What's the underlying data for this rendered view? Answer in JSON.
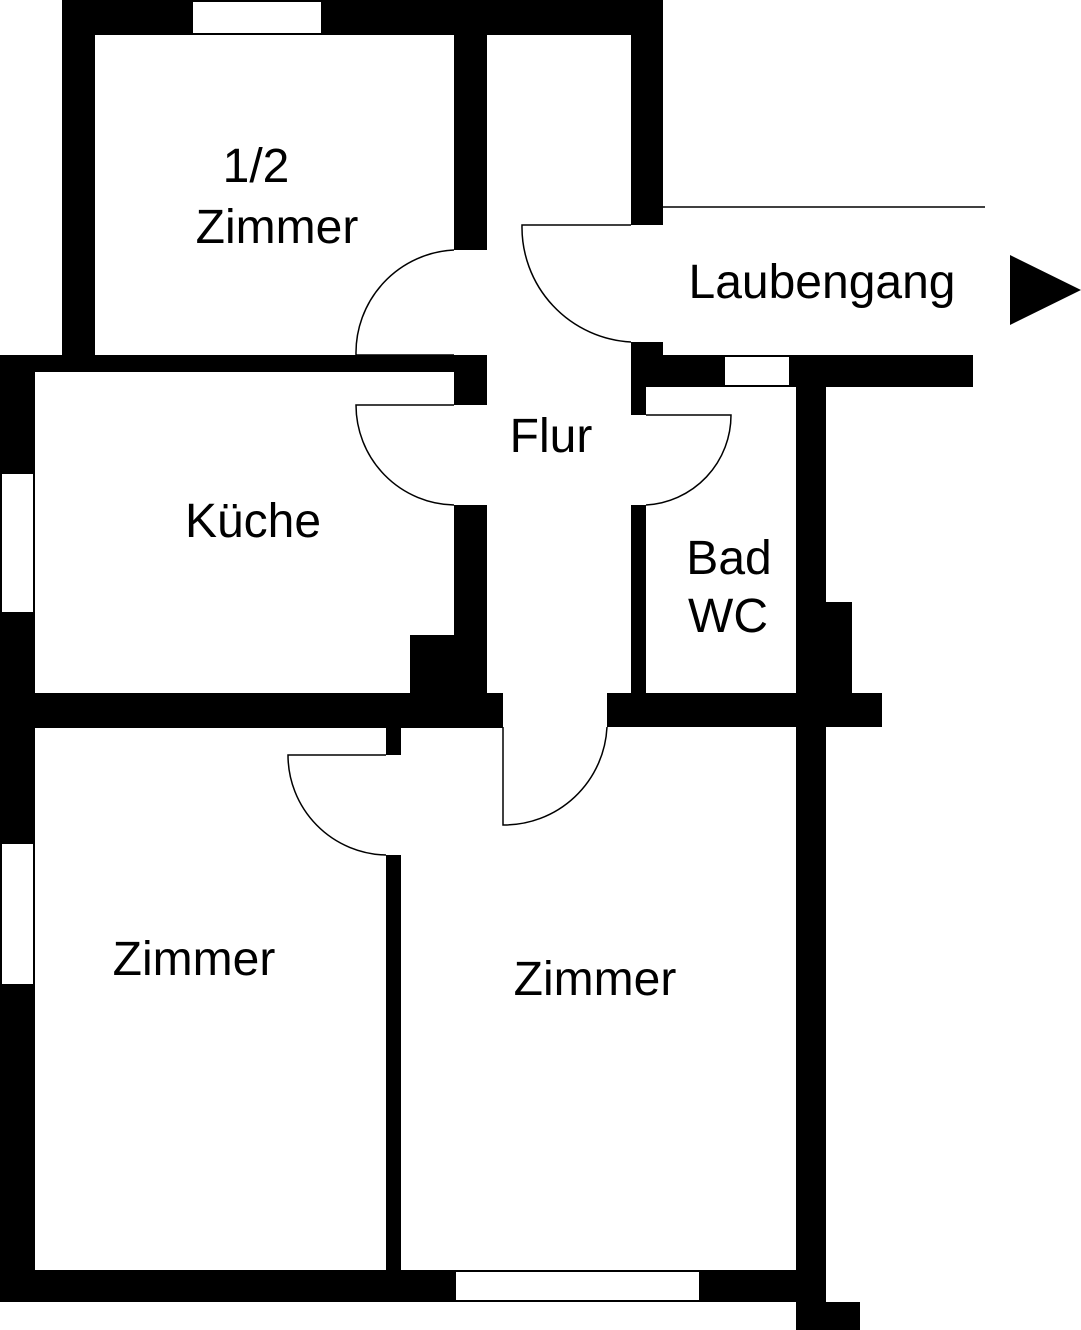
{
  "rooms": {
    "half_room": {
      "line1": "1/2",
      "line2": "Zimmer"
    },
    "kitchen": "Küche",
    "hallway": "Flur",
    "bath": {
      "line1": "Bad",
      "line2": "WC"
    },
    "bedroom_left": "Zimmer",
    "bedroom_right": "Zimmer"
  },
  "access": {
    "label": "Laubengang",
    "arrow": "arrow-right-icon"
  },
  "colors": {
    "wall": "#000000",
    "background": "#ffffff"
  }
}
